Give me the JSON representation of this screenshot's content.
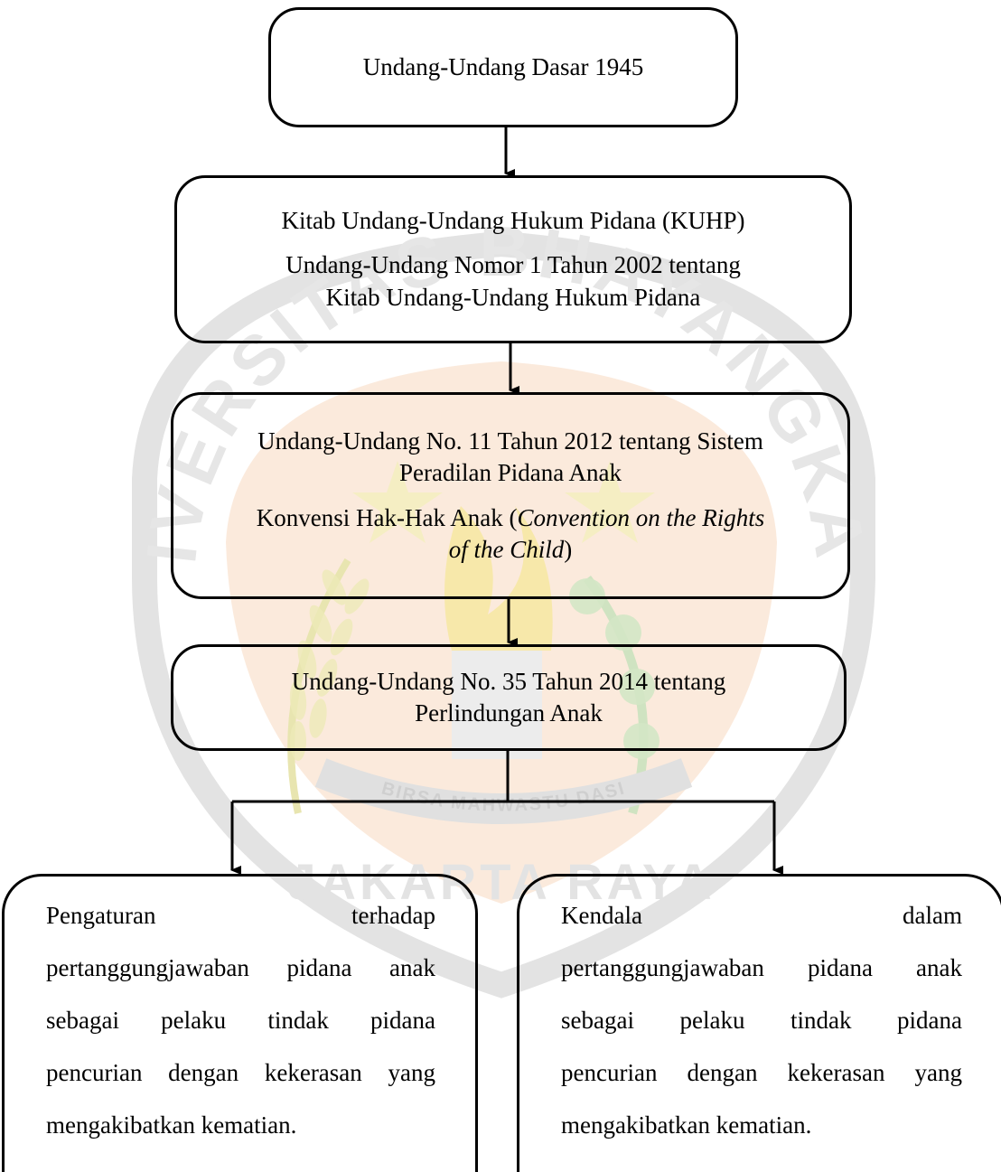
{
  "watermark": {
    "top_text": "UNIVERSITAS BHAYANGKARA",
    "motto": "BIRSA MAHWASTU DASI",
    "bottom_text": "JAKARTA RAYA",
    "colors": {
      "orange": "#f4c9a8",
      "green": "#cfe3c1",
      "yellow": "#f2efb8",
      "gray": "#d9d9d9"
    }
  },
  "boxes": {
    "uud": {
      "text": "Undang-Undang Dasar 1945"
    },
    "kuhp": {
      "line1": "Kitab Undang-Undang Hukum Pidana (KUHP)",
      "line2a": "Undang-Undang Nomor 1 Tahun 2002 tentang",
      "line2b": "Kitab Undang-Undang Hukum Pidana"
    },
    "sppa": {
      "line1a": "Undang-Undang No. 11 Tahun 2012 tentang Sistem",
      "line1b": "Peradilan Pidana Anak",
      "line2_prefix": "Konvensi Hak-Hak Anak (",
      "line2_italic": "Convention on the Rights",
      "line3_italic": "of the Child",
      "line3_suffix": ")"
    },
    "pa": {
      "line1": "Undang-Undang No. 35 Tahun 2014 tentang",
      "line2": "Perlindungan Anak"
    },
    "left": {
      "w1": "Pengaturan",
      "w2": "terhadap",
      "line2": "pertanggungjawaban pidana anak",
      "line3": "sebagai pelaku tindak pidana",
      "line4": "pencurian dengan kekerasan yang",
      "line5": "mengakibatkan kematian."
    },
    "right": {
      "w1": "Kendala",
      "w2": "dalam",
      "line2": "pertanggungjawaban pidana anak",
      "line3": "sebagai pelaku tindak pidana",
      "line4": "pencurian dengan kekerasan yang",
      "line5": "mengakibatkan kematian."
    }
  }
}
